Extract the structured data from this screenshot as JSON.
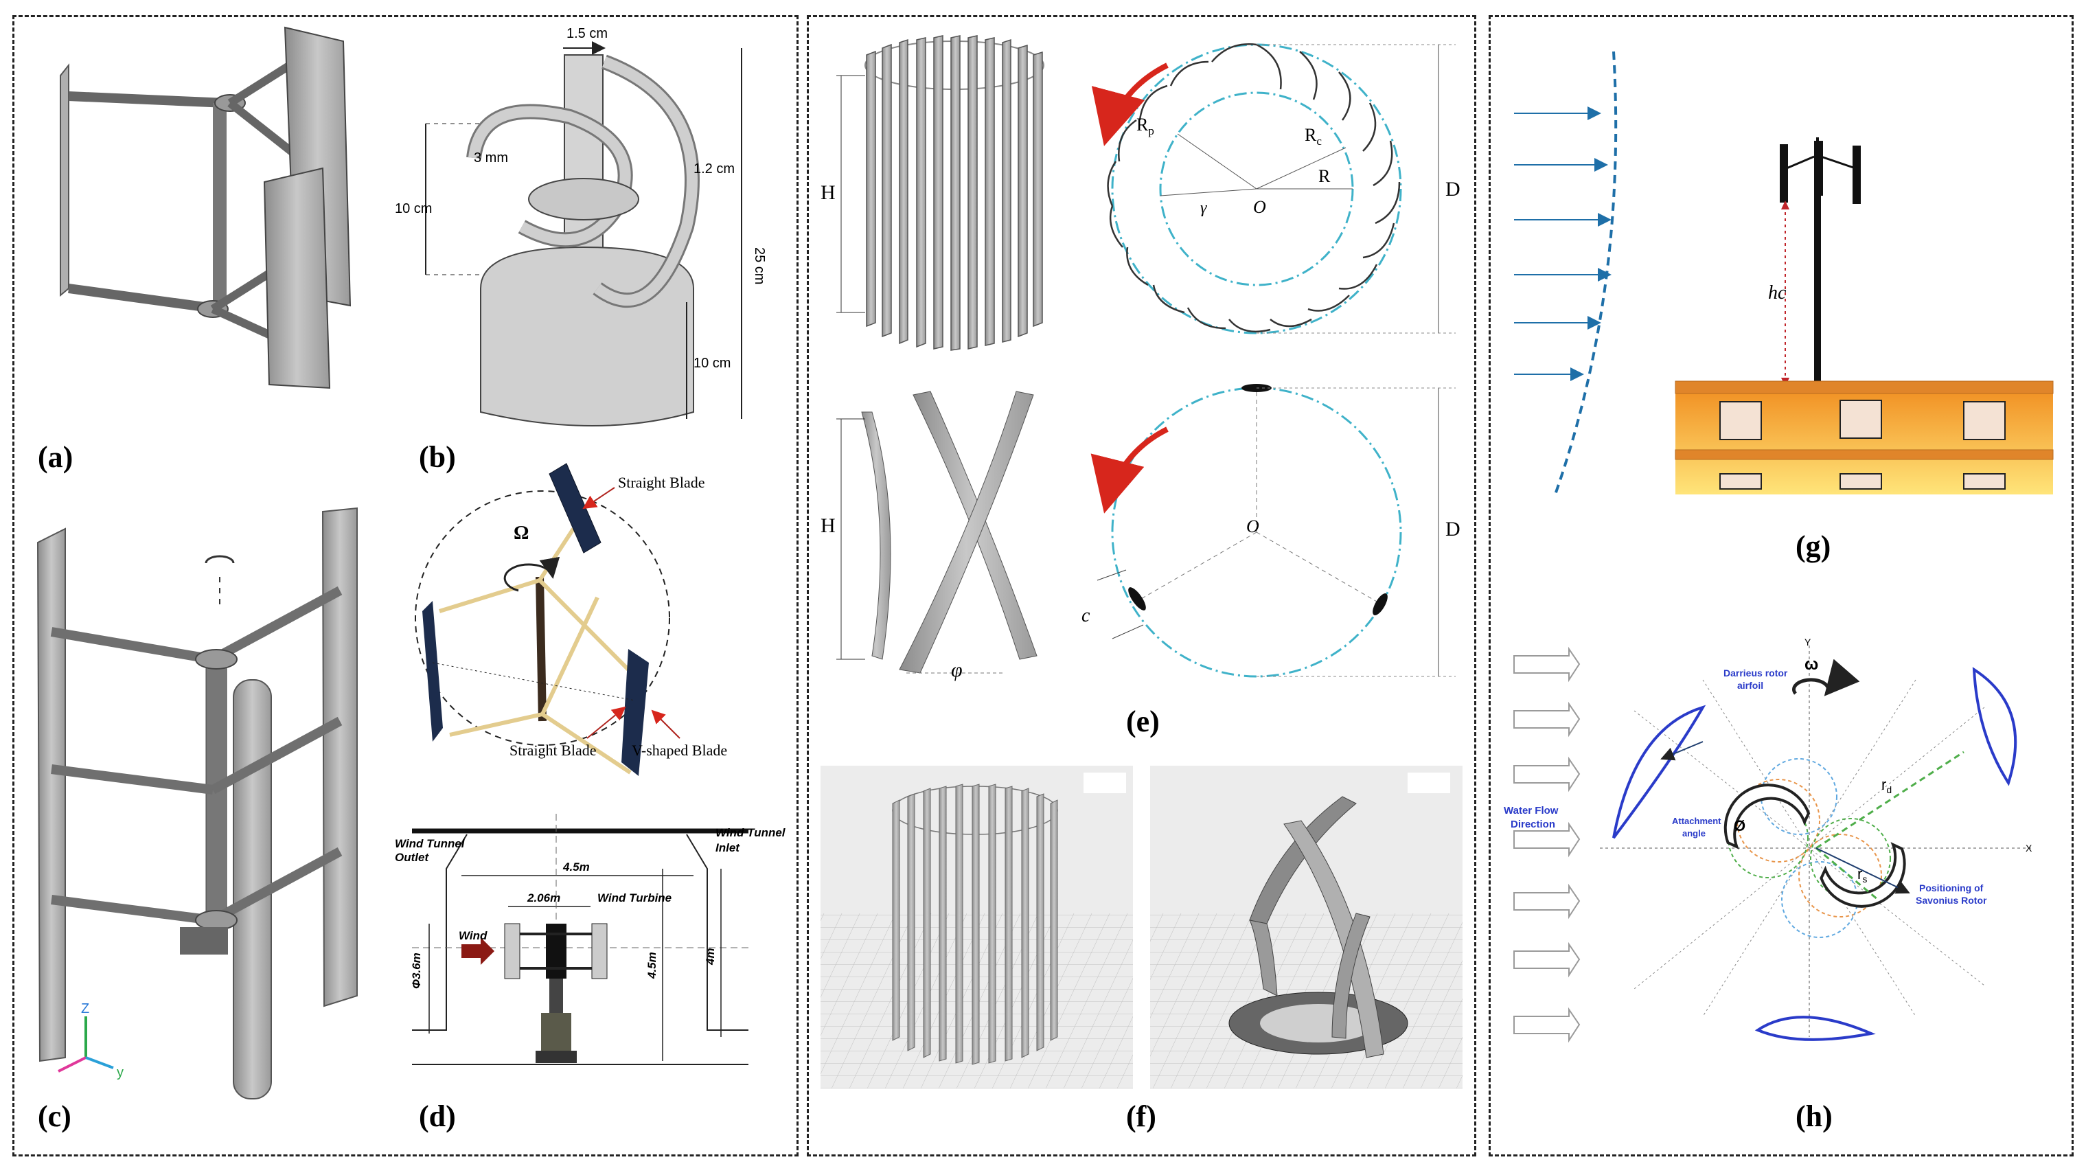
{
  "panel_labels": {
    "a": "(a)",
    "b": "(b)",
    "c": "(c)",
    "d": "(d)",
    "e": "(e)",
    "f": "(f)",
    "g": "(g)",
    "h": "(h)"
  },
  "panel_b": {
    "dim_top": "1.5 cm",
    "dim_thick": "3 mm",
    "dim_width": "1.2 cm",
    "dim_left": "10 cm",
    "dim_height": "25 cm",
    "dim_bottom": "10 cm"
  },
  "panel_straight": {
    "omega": "Ω",
    "label_top": "Straight Blade",
    "label_bottom_left": "Straight Blade",
    "label_vblade": "V-shaped Blade"
  },
  "panel_d": {
    "outlet": "Wind Tunnel Outlet",
    "outlet_l1": "Wind Tunnel",
    "outlet_l2": "Outlet",
    "inlet_l1": "Wind Tunnel",
    "inlet_l2": "Inlet",
    "width": "4.5m",
    "rotor_d": "2.06m",
    "turbine": "Wind Turbine",
    "diam": "Φ3.6m",
    "wind": "Wind",
    "height": "4.5m",
    "inlet_h": "4m"
  },
  "panel_e": {
    "H1": "H",
    "H2": "H",
    "D1": "D",
    "D2": "D",
    "Rp": "R",
    "Rp_sub": "p",
    "Rc": "R",
    "Rc_sub": "c",
    "R": "R",
    "gamma": "γ",
    "O1": "O",
    "O2": "O",
    "c": "c",
    "phi": "φ"
  },
  "panel_g": {
    "hc": "hc"
  },
  "panel_h": {
    "omega": "ω",
    "y": "Y",
    "x": "X",
    "darrieus_l1": "Darrieus rotor",
    "darrieus_l2": "airfoil",
    "water_l1": "Water Flow",
    "water_l2": "Direction",
    "attach_l1": "Attachment",
    "attach_l2": "angle",
    "phi": "Ø",
    "rd": "r",
    "rd_sub": "d",
    "rs": "r",
    "rs_sub": "s",
    "pos_l1": "Positioning of",
    "pos_l2": "Savonius Rotor"
  },
  "colors": {
    "blade_gray": "#a6a6a6",
    "teal": "#3fb2c9",
    "red_arrow": "#d7261c",
    "profile_blue": "#1e6fa8",
    "airfoil_blue": "#2a3bc9",
    "building_orange": "#f39b1e",
    "vblade_navy": "#1c2c4c"
  }
}
